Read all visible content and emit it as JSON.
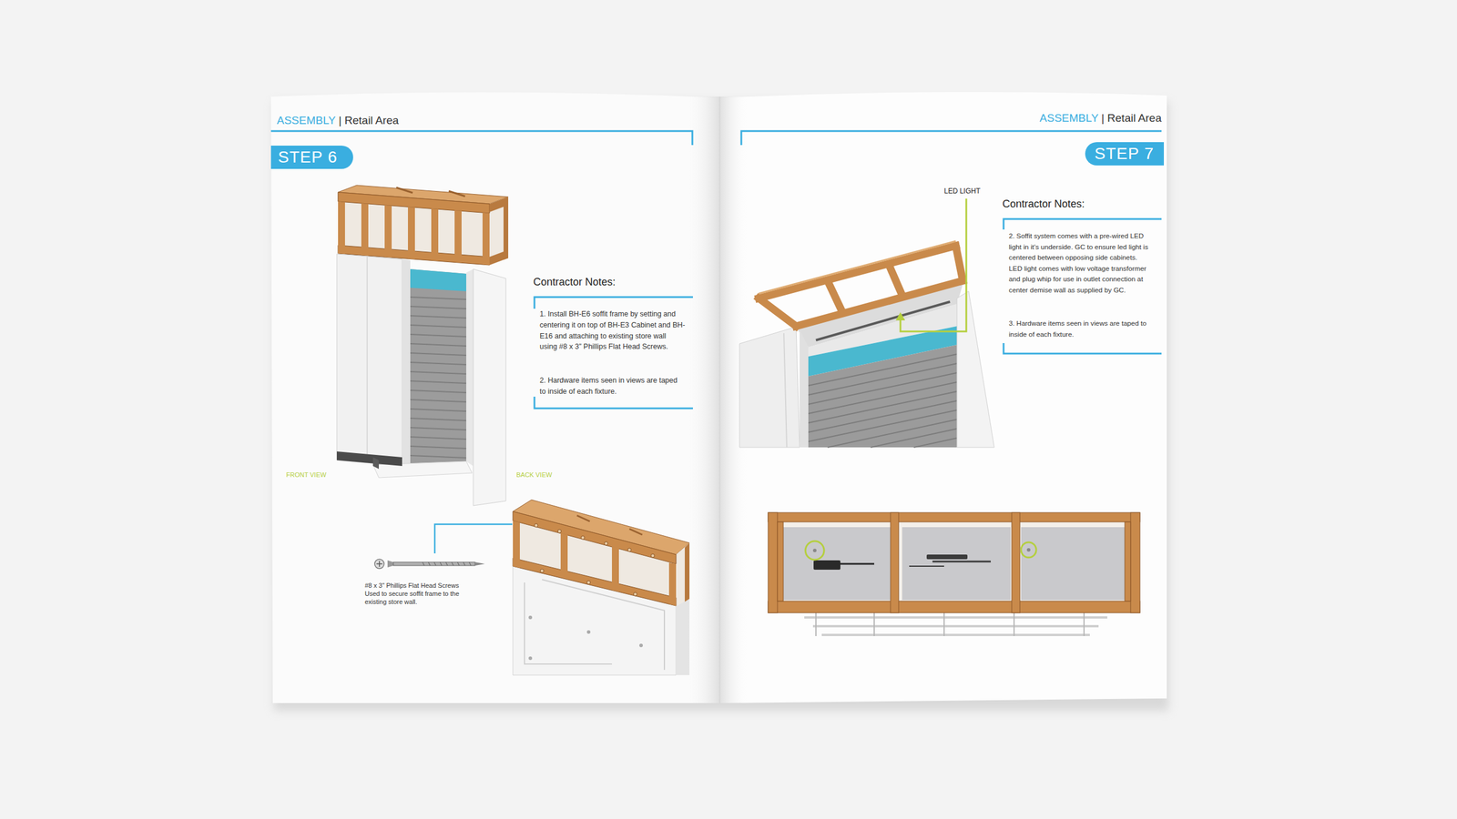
{
  "diagram": {
    "nodes": [
      {
        "text": [
          "STEP 6"
        ]
      },
      {
        "text": [
          "STEP 7"
        ]
      }
    ],
    "labels": [
      "ASSEMBLY",
      "| Retail Area",
      "Contractor Notes:",
      "1. Install BH-E6 soffit frame by setting and centering it on top of BH-E3 Cabinet and BH-E16 and attaching to existing store wall using #8 x 3” Phillips Flat Head Screws.",
      "2. Hardware items seen in views are taped to inside of each fixture.",
      "FRONT VIEW",
      "BACK VIEW",
      "#8 x 3” Phillips Flat Head Screws Used to secure soffit frame to the existing store wall.",
      "ASSEMBLY",
      "| Retail Area",
      "LED LIGHT",
      "Contractor Notes:",
      "2. Soffit system comes with a pre-wired LED light in it’s underside. GC to ensure led light is centered between opposing side cabinets. LED light comes with low voltage transformer and plug whip for use in outlet connection at center demise wall as supplied by GC.",
      "3. Hardware items seen in views are taped to inside of each fixture."
    ]
  }
}
